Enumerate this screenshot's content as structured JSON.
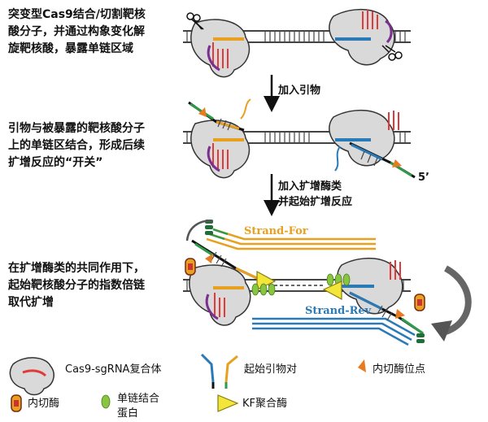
{
  "steps": [
    {
      "lines": [
        "突变型Cas9结合/切割靶核",
        "酸分子，并通过构象变化解",
        "旋靶核酸，暴露单链区域"
      ]
    },
    {
      "lines": [
        "引物与被暴露的靶核酸分子",
        "上的单链区结合，形成后续",
        "扩增反应的“开关”"
      ]
    },
    {
      "lines": [
        "在扩增酶类的共同作用下，",
        "起始靶核酸分子的指数倍链",
        "取代扩增"
      ]
    }
  ],
  "arrows": {
    "add_primer": "加入引物",
    "add_enzyme_line1": "加入扩增酶类",
    "add_enzyme_line2": "并起始扩增反应"
  },
  "labels": {
    "five_prime": "5’",
    "strand_for": "Strand-For",
    "strand_rev": "Strand-Rev"
  },
  "legend": {
    "cas9": "Cas9-sgRNA复合体",
    "primer_pair": "起始引物对",
    "nick_site": "内切酶位点",
    "nickase": "内切酶",
    "ssb_line1": "单链结合",
    "ssb_line2": "蛋白",
    "kf": "KF聚合酶"
  },
  "colors": {
    "dna": "#444444",
    "protein_fill": "#d9d9d9",
    "sgrna": "#e03a3a",
    "purple": "#7b2f8e",
    "orange": "#e8a020",
    "blue": "#2a7ab8",
    "green": "#2e9a4a",
    "dark_green": "#1f6e3a",
    "ssb": "#88c540",
    "kf": "#f2e63a",
    "strand_for": "#e8a020",
    "strand_rev": "#2a7ab8"
  }
}
